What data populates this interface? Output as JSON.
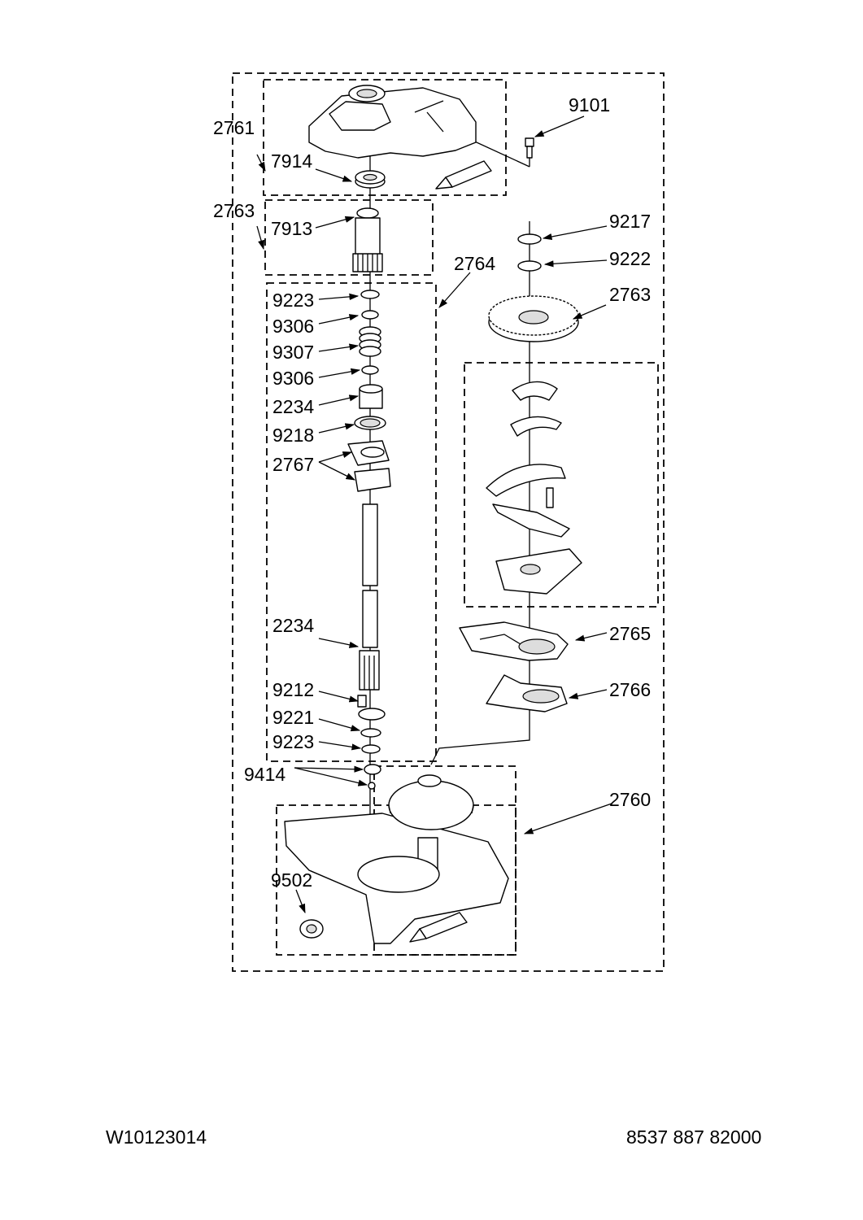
{
  "callouts": {
    "c2761a": "2761",
    "c7914": "7914",
    "c9101": "9101",
    "c2763a": "2763",
    "c7913": "7913",
    "c2764": "2764",
    "c9217": "9217",
    "c9222": "9222",
    "c2763b": "2763",
    "c9223a": "9223",
    "c9306a": "9306",
    "c9307": "9307",
    "c9306b": "9306",
    "c2234a": "2234",
    "c9218": "9218",
    "c2767": "2767",
    "c2234b": "2234",
    "c9212": "9212",
    "c9221": "9221",
    "c9223b": "9223",
    "c9414": "9414",
    "c2765": "2765",
    "c2766": "2766",
    "c2760": "2760",
    "c9502": "9502"
  },
  "footer": {
    "left_code": "W10123014",
    "right_code": "8537 887 82000"
  }
}
